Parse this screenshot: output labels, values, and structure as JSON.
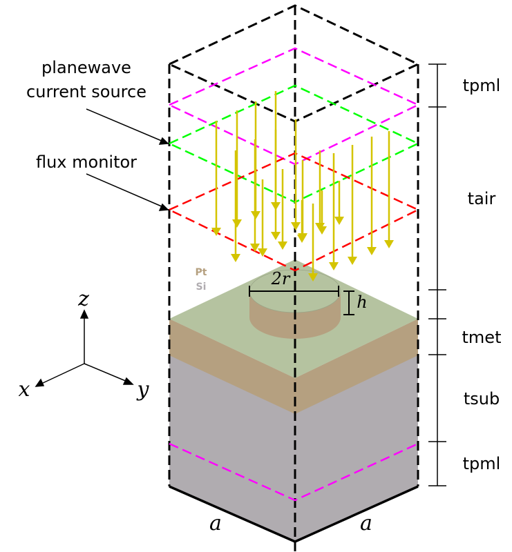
{
  "labels": {
    "source_line1": "planewave",
    "source_line2": "current source",
    "flux": "flux monitor",
    "material_top": "Pt",
    "material_bottom": "Si",
    "diameter": "2r",
    "height": "h",
    "width_left": "a",
    "width_right": "a"
  },
  "axes": {
    "x": "x",
    "y": "y",
    "z": "z"
  },
  "layers": [
    "tpml",
    "tair",
    "tmet",
    "tsub",
    "tpml"
  ],
  "colors": {
    "pml": "#ff00ff",
    "source": "#00ff00",
    "monitor": "#ff0000",
    "arrows": "#d4c400",
    "platinum": "#b5a080",
    "silicon": "#b0acb0",
    "top_surface": "#b5c3a0",
    "pt_label": "#b5a080",
    "si_label": "#b0acb0"
  }
}
